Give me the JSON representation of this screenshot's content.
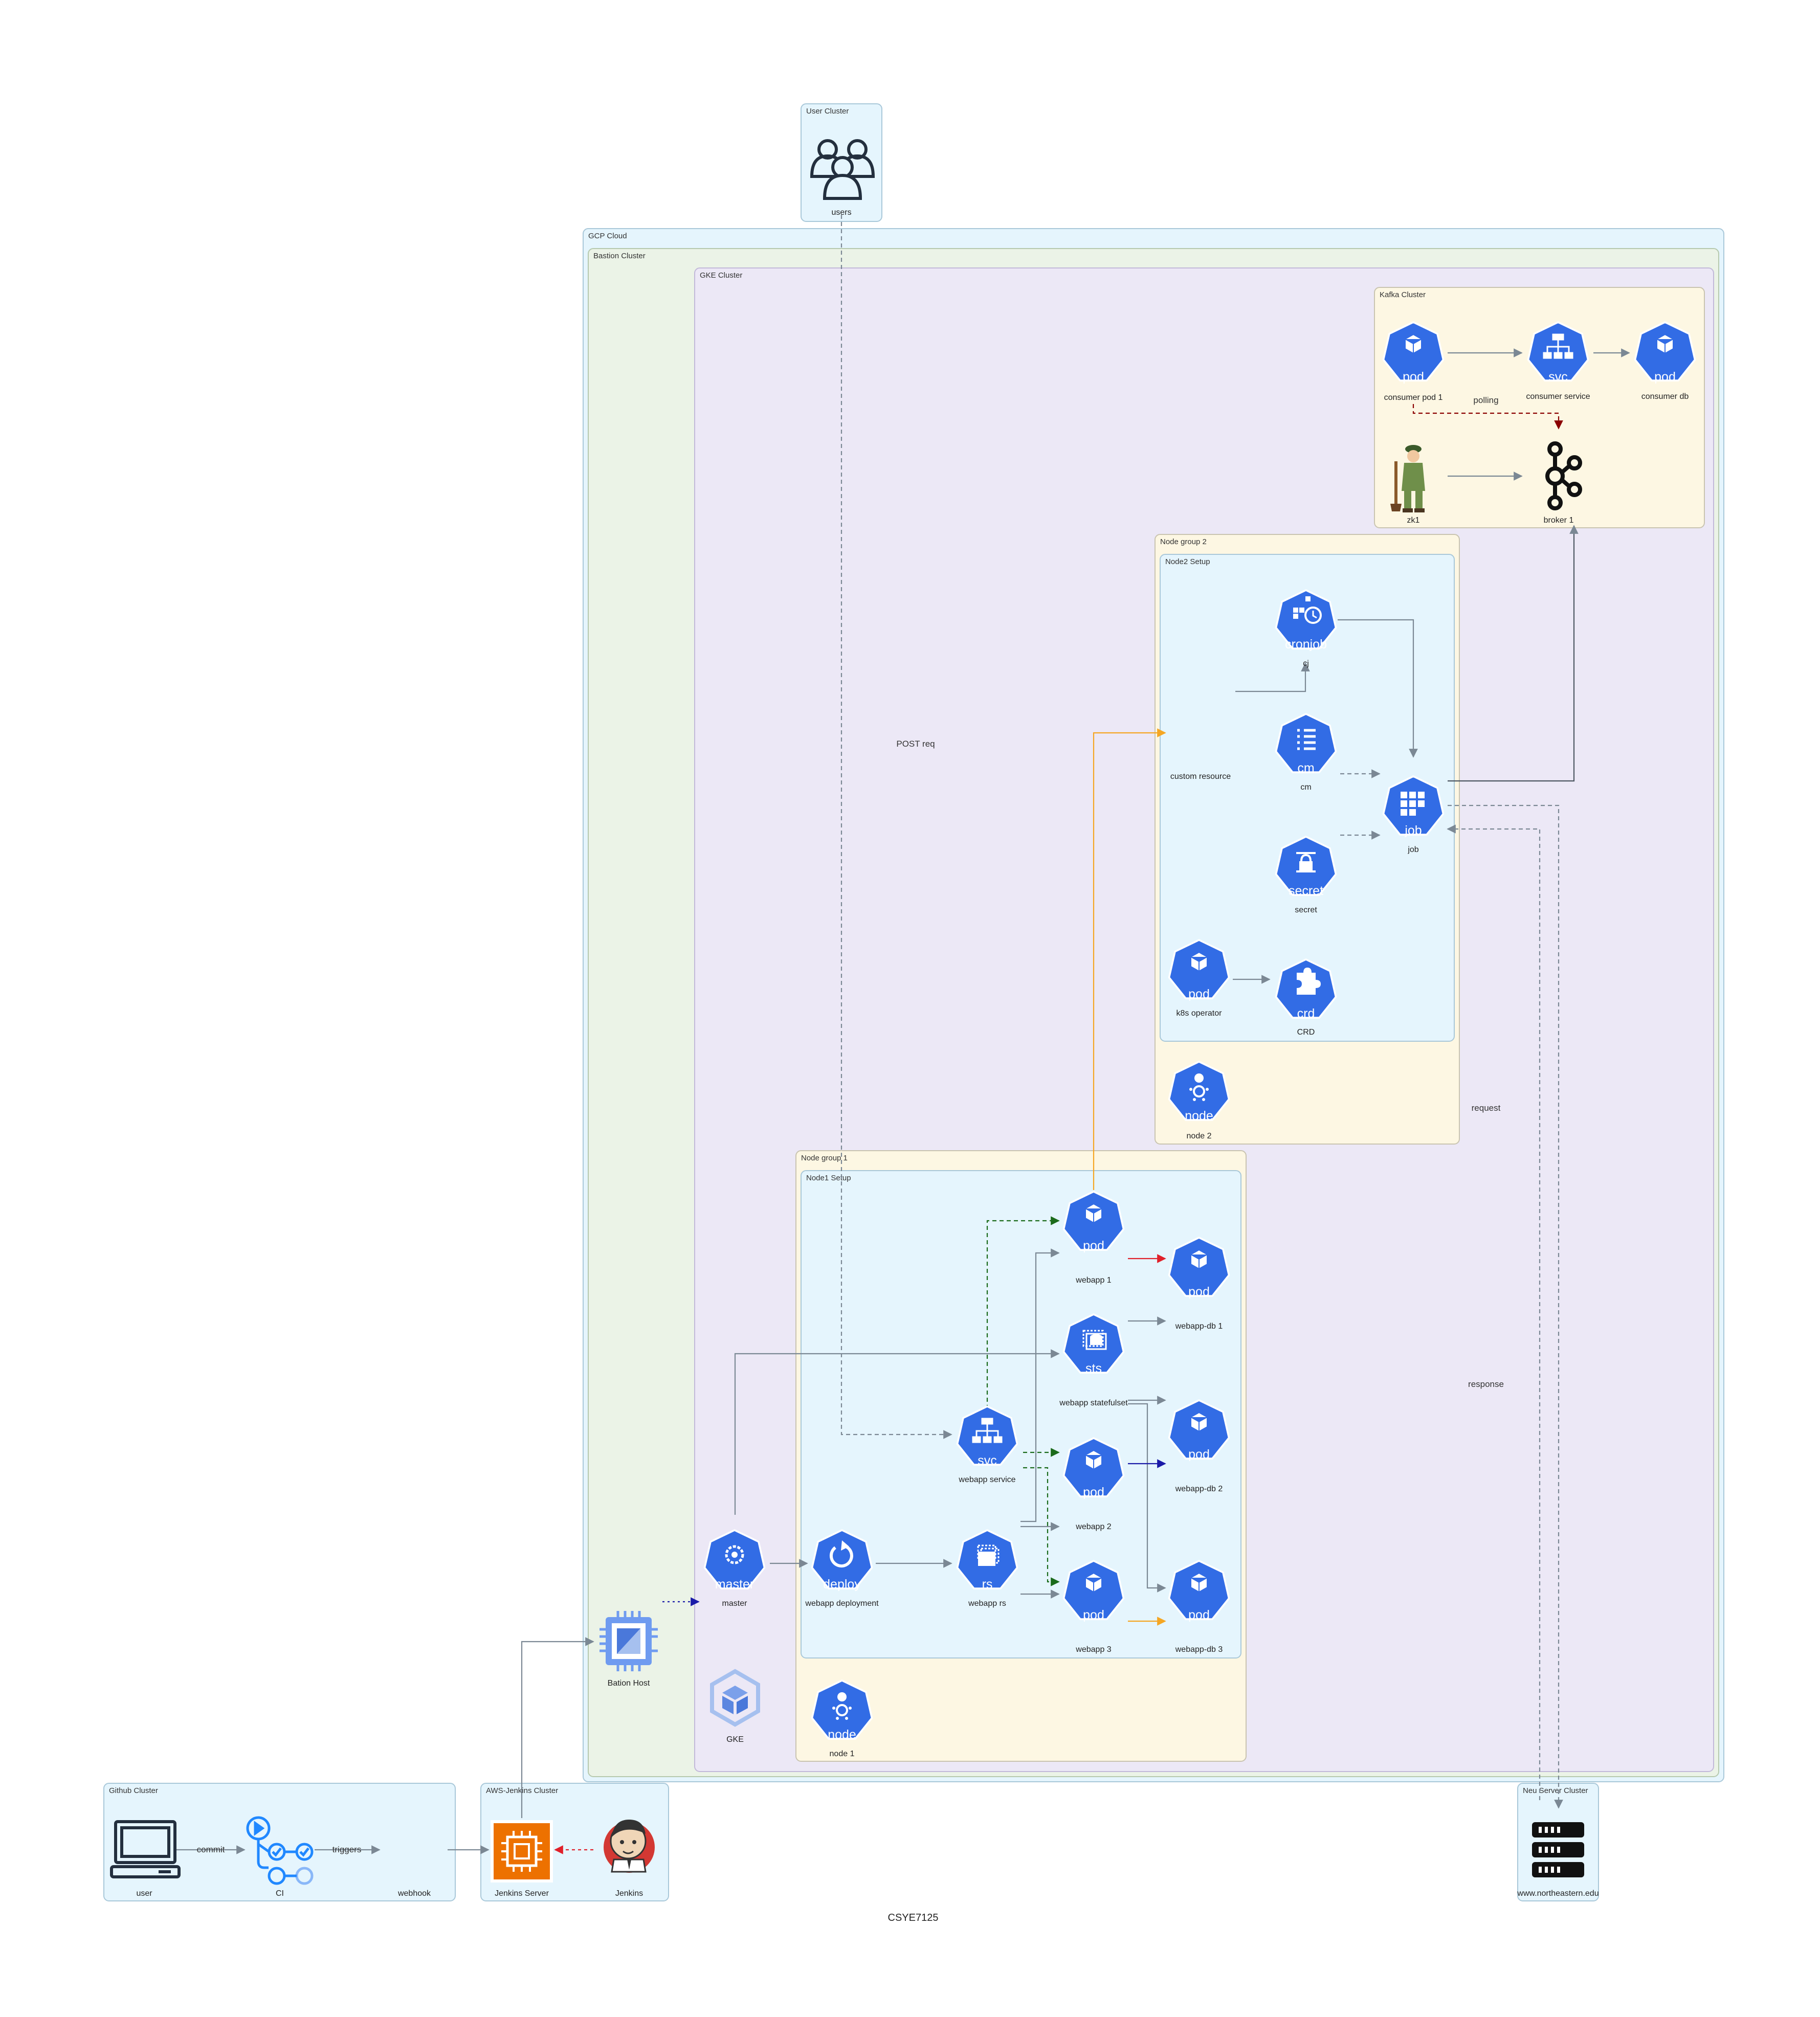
{
  "title": "CSYE7125",
  "colors": {
    "k8s_blue": "#326ce5",
    "cluster_blue_bg": "#e5f5fd",
    "cluster_blue_border": "#a9c8d9",
    "bastion_bg": "#ebf3e7",
    "gke_bg": "#ece8f6",
    "nodegroup_bg": "#fdf7e3",
    "setup_bg": "#e5f5fd",
    "edge_gray": "#7b8894",
    "edge_red": "#e0202a",
    "edge_green": "#1b6b1b",
    "edge_blue": "#1a1aa8",
    "edge_orange": "#f5a623",
    "edge_darkred": "#8b0000"
  },
  "clusters": {
    "user": "User Cluster",
    "gcp": "GCP Cloud",
    "bastion": "Bastion Cluster",
    "gke": "GKE Cluster",
    "kafka": "Kafka Cluster",
    "nodegroup2": "Node group 2",
    "node2setup": "Node2 Setup",
    "nodegroup1": "Node group 1",
    "node1setup": "Node1 Setup",
    "github": "Github Cluster",
    "jenkins": "AWS-Jenkins Cluster",
    "neu": "Neu Server Cluster"
  },
  "nodes": {
    "users": {
      "label": "users",
      "icon": "users-icon"
    },
    "consumer_pod": {
      "label": "consumer pod 1",
      "badge": "pod",
      "icon": "pod-icon"
    },
    "consumer_service": {
      "label": "consumer service",
      "badge": "svc",
      "icon": "svc-icon"
    },
    "consumer_db": {
      "label": "consumer db",
      "badge": "pod",
      "icon": "pod-icon"
    },
    "zk1": {
      "label": "zk1",
      "icon": "zookeeper-icon"
    },
    "broker1": {
      "label": "broker 1",
      "icon": "kafka-icon"
    },
    "cj": {
      "label": "cj",
      "badge": "cronjob",
      "icon": "cronjob-icon"
    },
    "custom_resource": {
      "label": "custom resource"
    },
    "cm": {
      "label": "cm",
      "badge": "cm",
      "icon": "configmap-icon"
    },
    "job": {
      "label": "job",
      "badge": "job",
      "icon": "job-icon"
    },
    "secret": {
      "label": "secret",
      "badge": "secret",
      "icon": "secret-icon"
    },
    "k8s_operator": {
      "label": "k8s operator",
      "badge": "pod",
      "icon": "pod-icon"
    },
    "crd": {
      "label": "CRD",
      "badge": "crd",
      "icon": "crd-icon"
    },
    "node2": {
      "label": "node 2",
      "badge": "node",
      "icon": "node-icon"
    },
    "webapp1": {
      "label": "webapp 1",
      "badge": "pod",
      "icon": "pod-icon"
    },
    "webappdb1": {
      "label": "webapp-db 1",
      "badge": "pod",
      "icon": "pod-icon"
    },
    "sts": {
      "label": "webapp statefulset",
      "badge": "sts",
      "icon": "statefulset-icon"
    },
    "webapp_service": {
      "label": "webapp service",
      "badge": "svc",
      "icon": "svc-icon"
    },
    "webappdb2": {
      "label": "webapp-db 2",
      "badge": "pod",
      "icon": "pod-icon"
    },
    "webapp2": {
      "label": "webapp 2",
      "badge": "pod",
      "icon": "pod-icon"
    },
    "master": {
      "label": "master",
      "badge": "master",
      "icon": "master-icon"
    },
    "deploy": {
      "label": "webapp deployment",
      "badge": "deploy",
      "icon": "deployment-icon"
    },
    "rs": {
      "label": "webapp rs",
      "badge": "rs",
      "icon": "replicaset-icon"
    },
    "webapp3": {
      "label": "webapp 3",
      "badge": "pod",
      "icon": "pod-icon"
    },
    "webappdb3": {
      "label": "webapp-db 3",
      "badge": "pod",
      "icon": "pod-icon"
    },
    "node1": {
      "label": "node 1",
      "badge": "node",
      "icon": "node-icon"
    },
    "gke": {
      "label": "GKE",
      "icon": "gke-icon"
    },
    "bastion_host": {
      "label": "Bation Host",
      "icon": "compute-engine-icon"
    },
    "user_laptop": {
      "label": "user",
      "icon": "laptop-icon"
    },
    "ci": {
      "label": "CI",
      "icon": "github-actions-icon"
    },
    "webhook": {
      "label": "webhook"
    },
    "jenkins_server": {
      "label": "Jenkins Server",
      "icon": "ec2-icon"
    },
    "jenkins": {
      "label": "Jenkins",
      "icon": "jenkins-icon"
    },
    "neu_server": {
      "label": "www.northeastern.edu",
      "icon": "server-rack-icon"
    }
  },
  "edge_labels": {
    "polling": "polling",
    "post_req": "POST req",
    "request": "request",
    "response": "response",
    "commit": "commit",
    "triggers": "triggers"
  }
}
